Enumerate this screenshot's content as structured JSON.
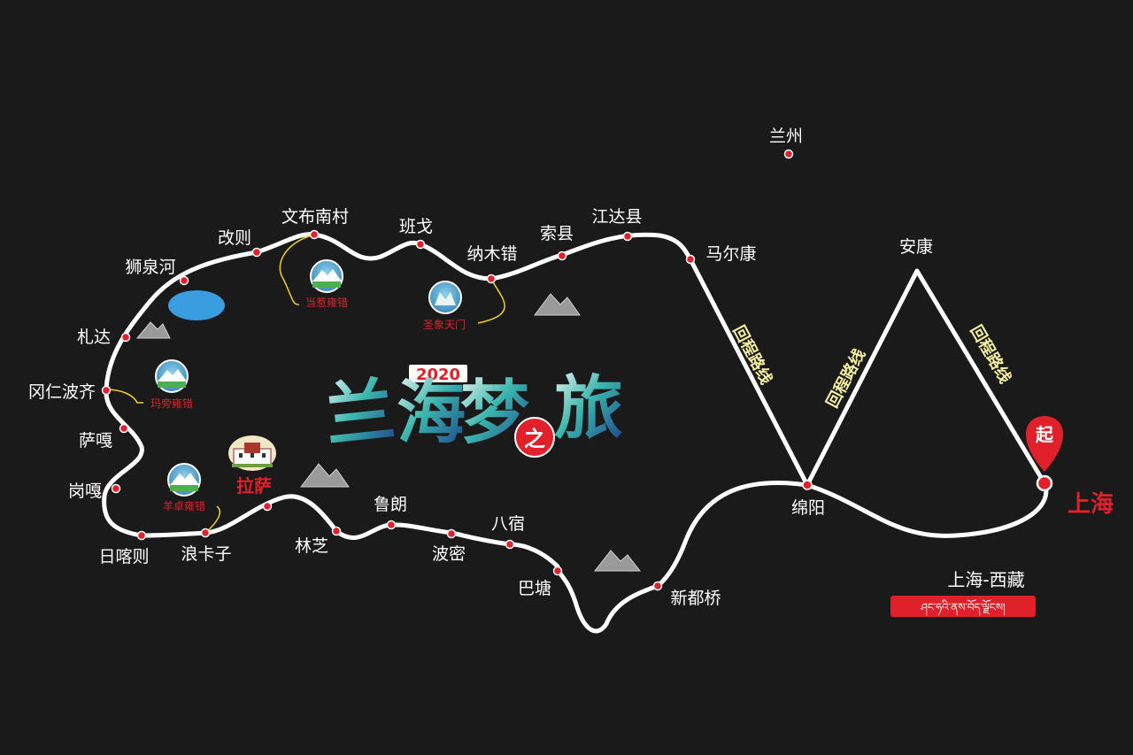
{
  "colors": {
    "background": "#1a1a1a",
    "route": "#ffffff",
    "dot": "#e0202a",
    "return_label": "#f5f0a0",
    "title_gradient": [
      "#e8f4f0",
      "#3fb8b0",
      "#1a3a8a"
    ]
  },
  "title": {
    "year": "2020",
    "chars": [
      "兰",
      "海",
      "梦",
      "之",
      "旅"
    ]
  },
  "cities": {
    "lanzhou": "兰州",
    "wenbunancun": "文布南村",
    "banke": "班戈",
    "gaize": "改则",
    "shiquanhe": "狮泉河",
    "namucuo": "纳木错",
    "suoxian": "索县",
    "jiangdaxian": "江达县",
    "maerkang": "马尔康",
    "ankang": "安康",
    "zhada": "札达",
    "gangren": "冈仁波齐",
    "saga": "萨嘎",
    "gangga": "岗嘎",
    "rikaze": "日喀则",
    "langkazi": "浪卡子",
    "linzhi": "林芝",
    "lulang": "鲁朗",
    "bomi": "波密",
    "basu": "八宿",
    "batang": "巴塘",
    "xindu": "新都桥",
    "mianyang": "绵阳"
  },
  "spots": {
    "dangre": "当惹雍错",
    "shengxiang": "圣象天门",
    "mapang": "玛旁雍错",
    "yangzhuo": "羊卓雍错"
  },
  "lhasa": "拉萨",
  "shanghai": "上海",
  "start_badge": "起",
  "return_label": "回程路线",
  "route_name": "上海-西藏",
  "tibetan": "ཤང་ཧའི་ནས་བོད་ལྗོངས།",
  "icons": [
    "lake-icon",
    "mountain-icon",
    "potala-palace-icon",
    "start-pin-icon"
  ]
}
